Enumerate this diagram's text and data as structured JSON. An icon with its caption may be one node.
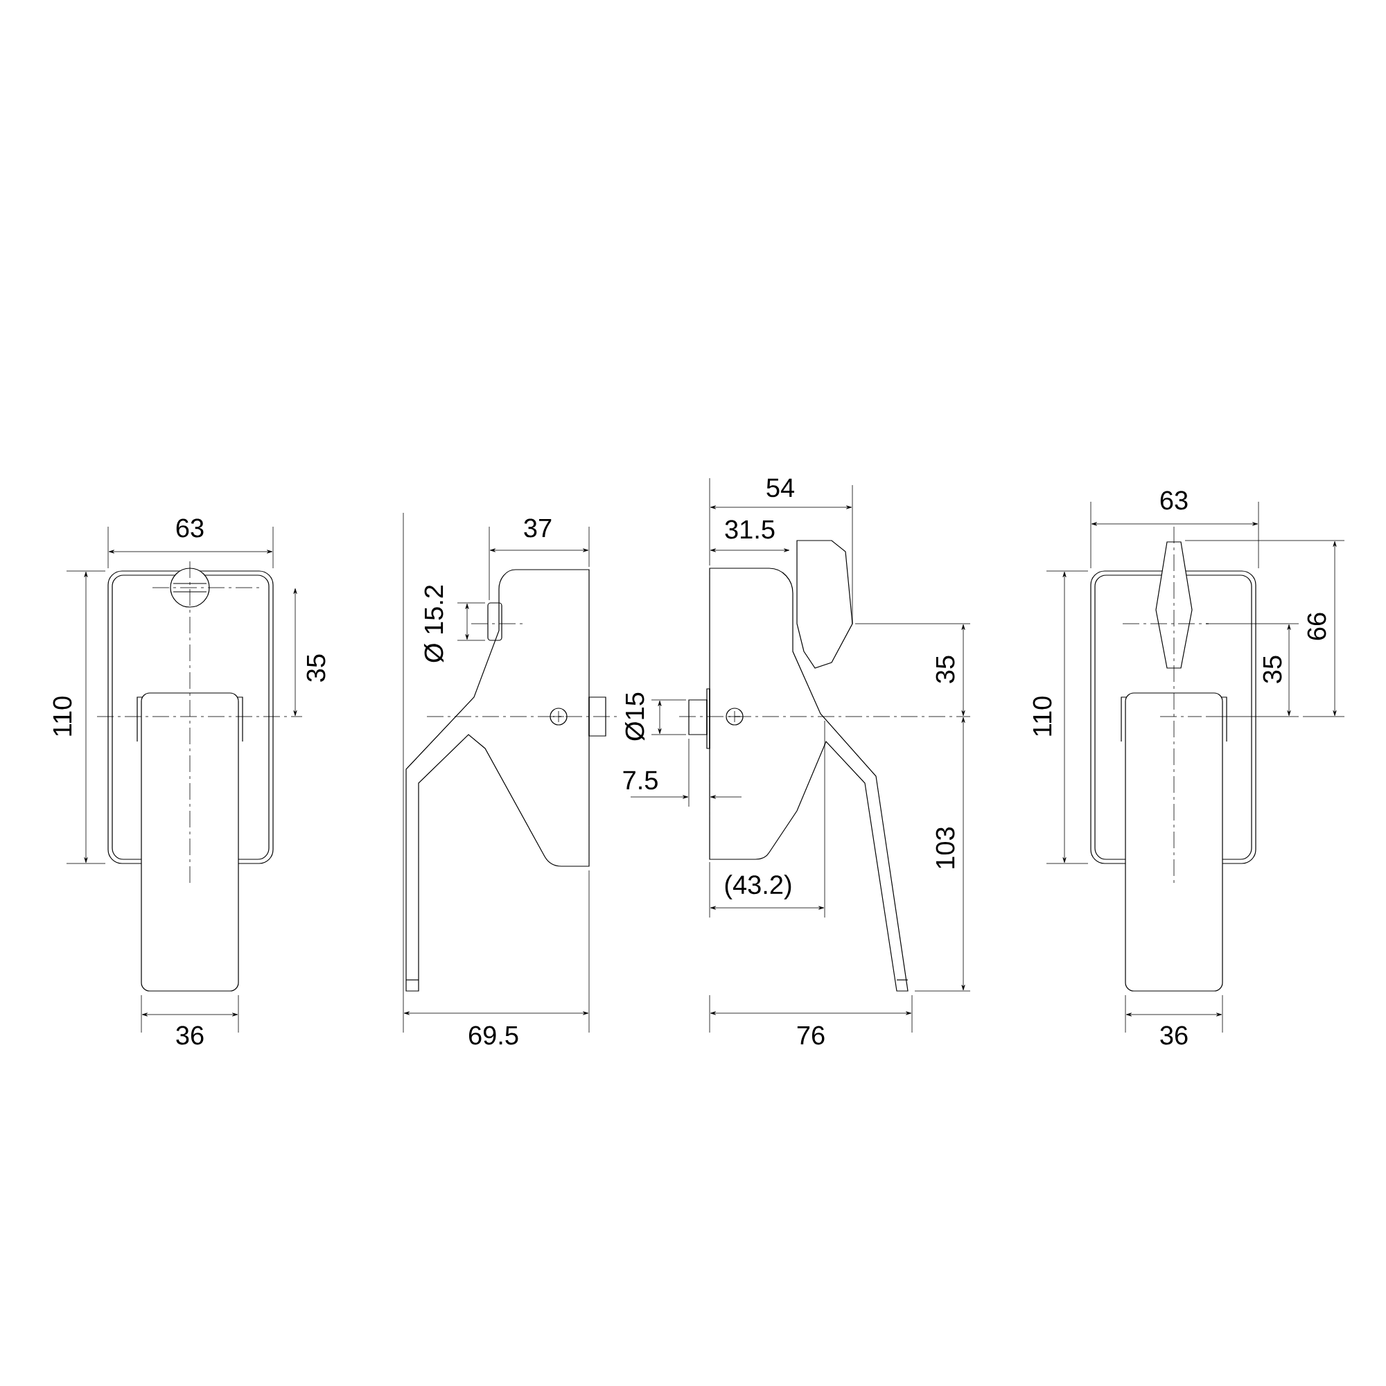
{
  "diagram": {
    "labels": [
      "63",
      "110",
      "35",
      "36",
      "37",
      "Ø 15.2",
      "69.5",
      "Ø15",
      "7.5",
      "54",
      "31.5",
      "35",
      "103",
      "(43.2)",
      "76",
      "63",
      "110",
      "35",
      "66",
      "36"
    ]
  }
}
